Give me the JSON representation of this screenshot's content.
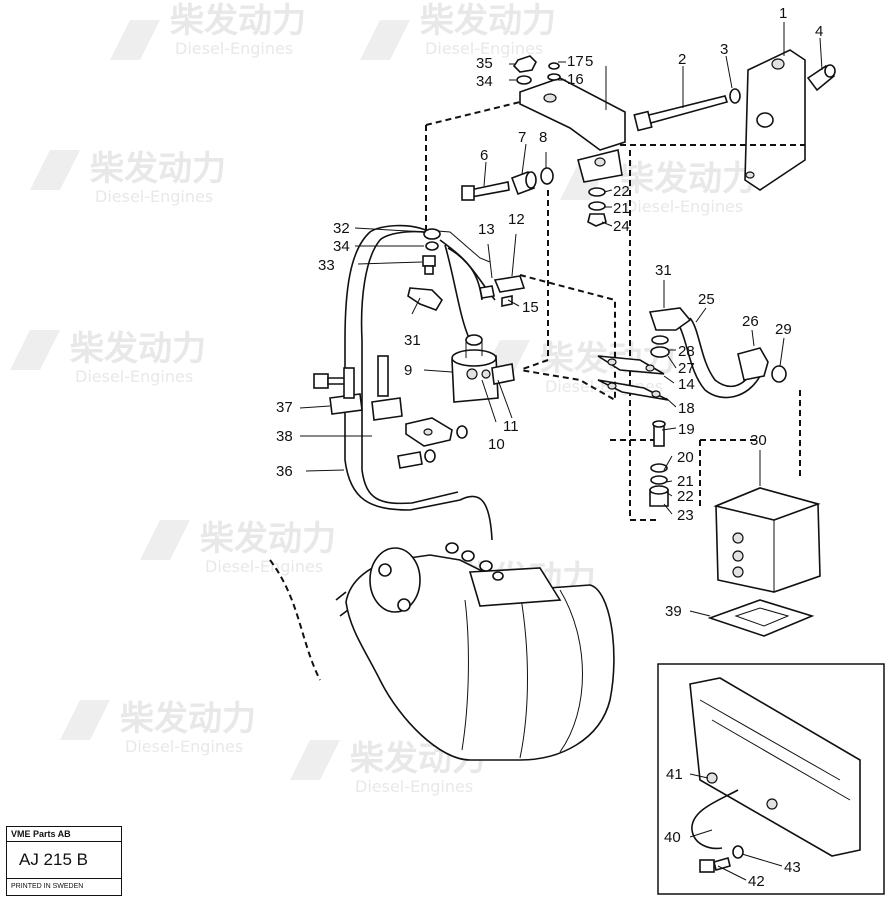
{
  "watermark": {
    "brand_cn": "柴发动力",
    "brand_en": "Diesel-Engines"
  },
  "title_block": {
    "publisher": "VME Parts AB",
    "code": "AJ 215 B",
    "printed": "PRINTED IN SWEDEN"
  },
  "callouts": {
    "c1": "1",
    "c2": "2",
    "c3": "3",
    "c4": "4",
    "c5": "5",
    "c6": "6",
    "c7": "7",
    "c8": "8",
    "c9": "9",
    "c10": "10",
    "c11": "11",
    "c12": "12",
    "c13": "13",
    "c14": "14",
    "c15": "15",
    "c16": "16",
    "c17": "17",
    "c18": "18",
    "c19": "19",
    "c20": "20",
    "c21a": "21",
    "c21b": "21",
    "c22a": "22",
    "c22b": "22",
    "c23": "23",
    "c24": "24",
    "c25": "25",
    "c26": "26",
    "c27": "27",
    "c28": "28",
    "c29": "29",
    "c30": "30",
    "c31a": "31",
    "c31b": "31",
    "c32": "32",
    "c33": "33",
    "c34a": "34",
    "c34b": "34",
    "c35": "35",
    "c36": "36",
    "c37": "37",
    "c38": "38",
    "c39": "39",
    "c40": "40",
    "c41": "41",
    "c42": "42",
    "c43": "43"
  }
}
